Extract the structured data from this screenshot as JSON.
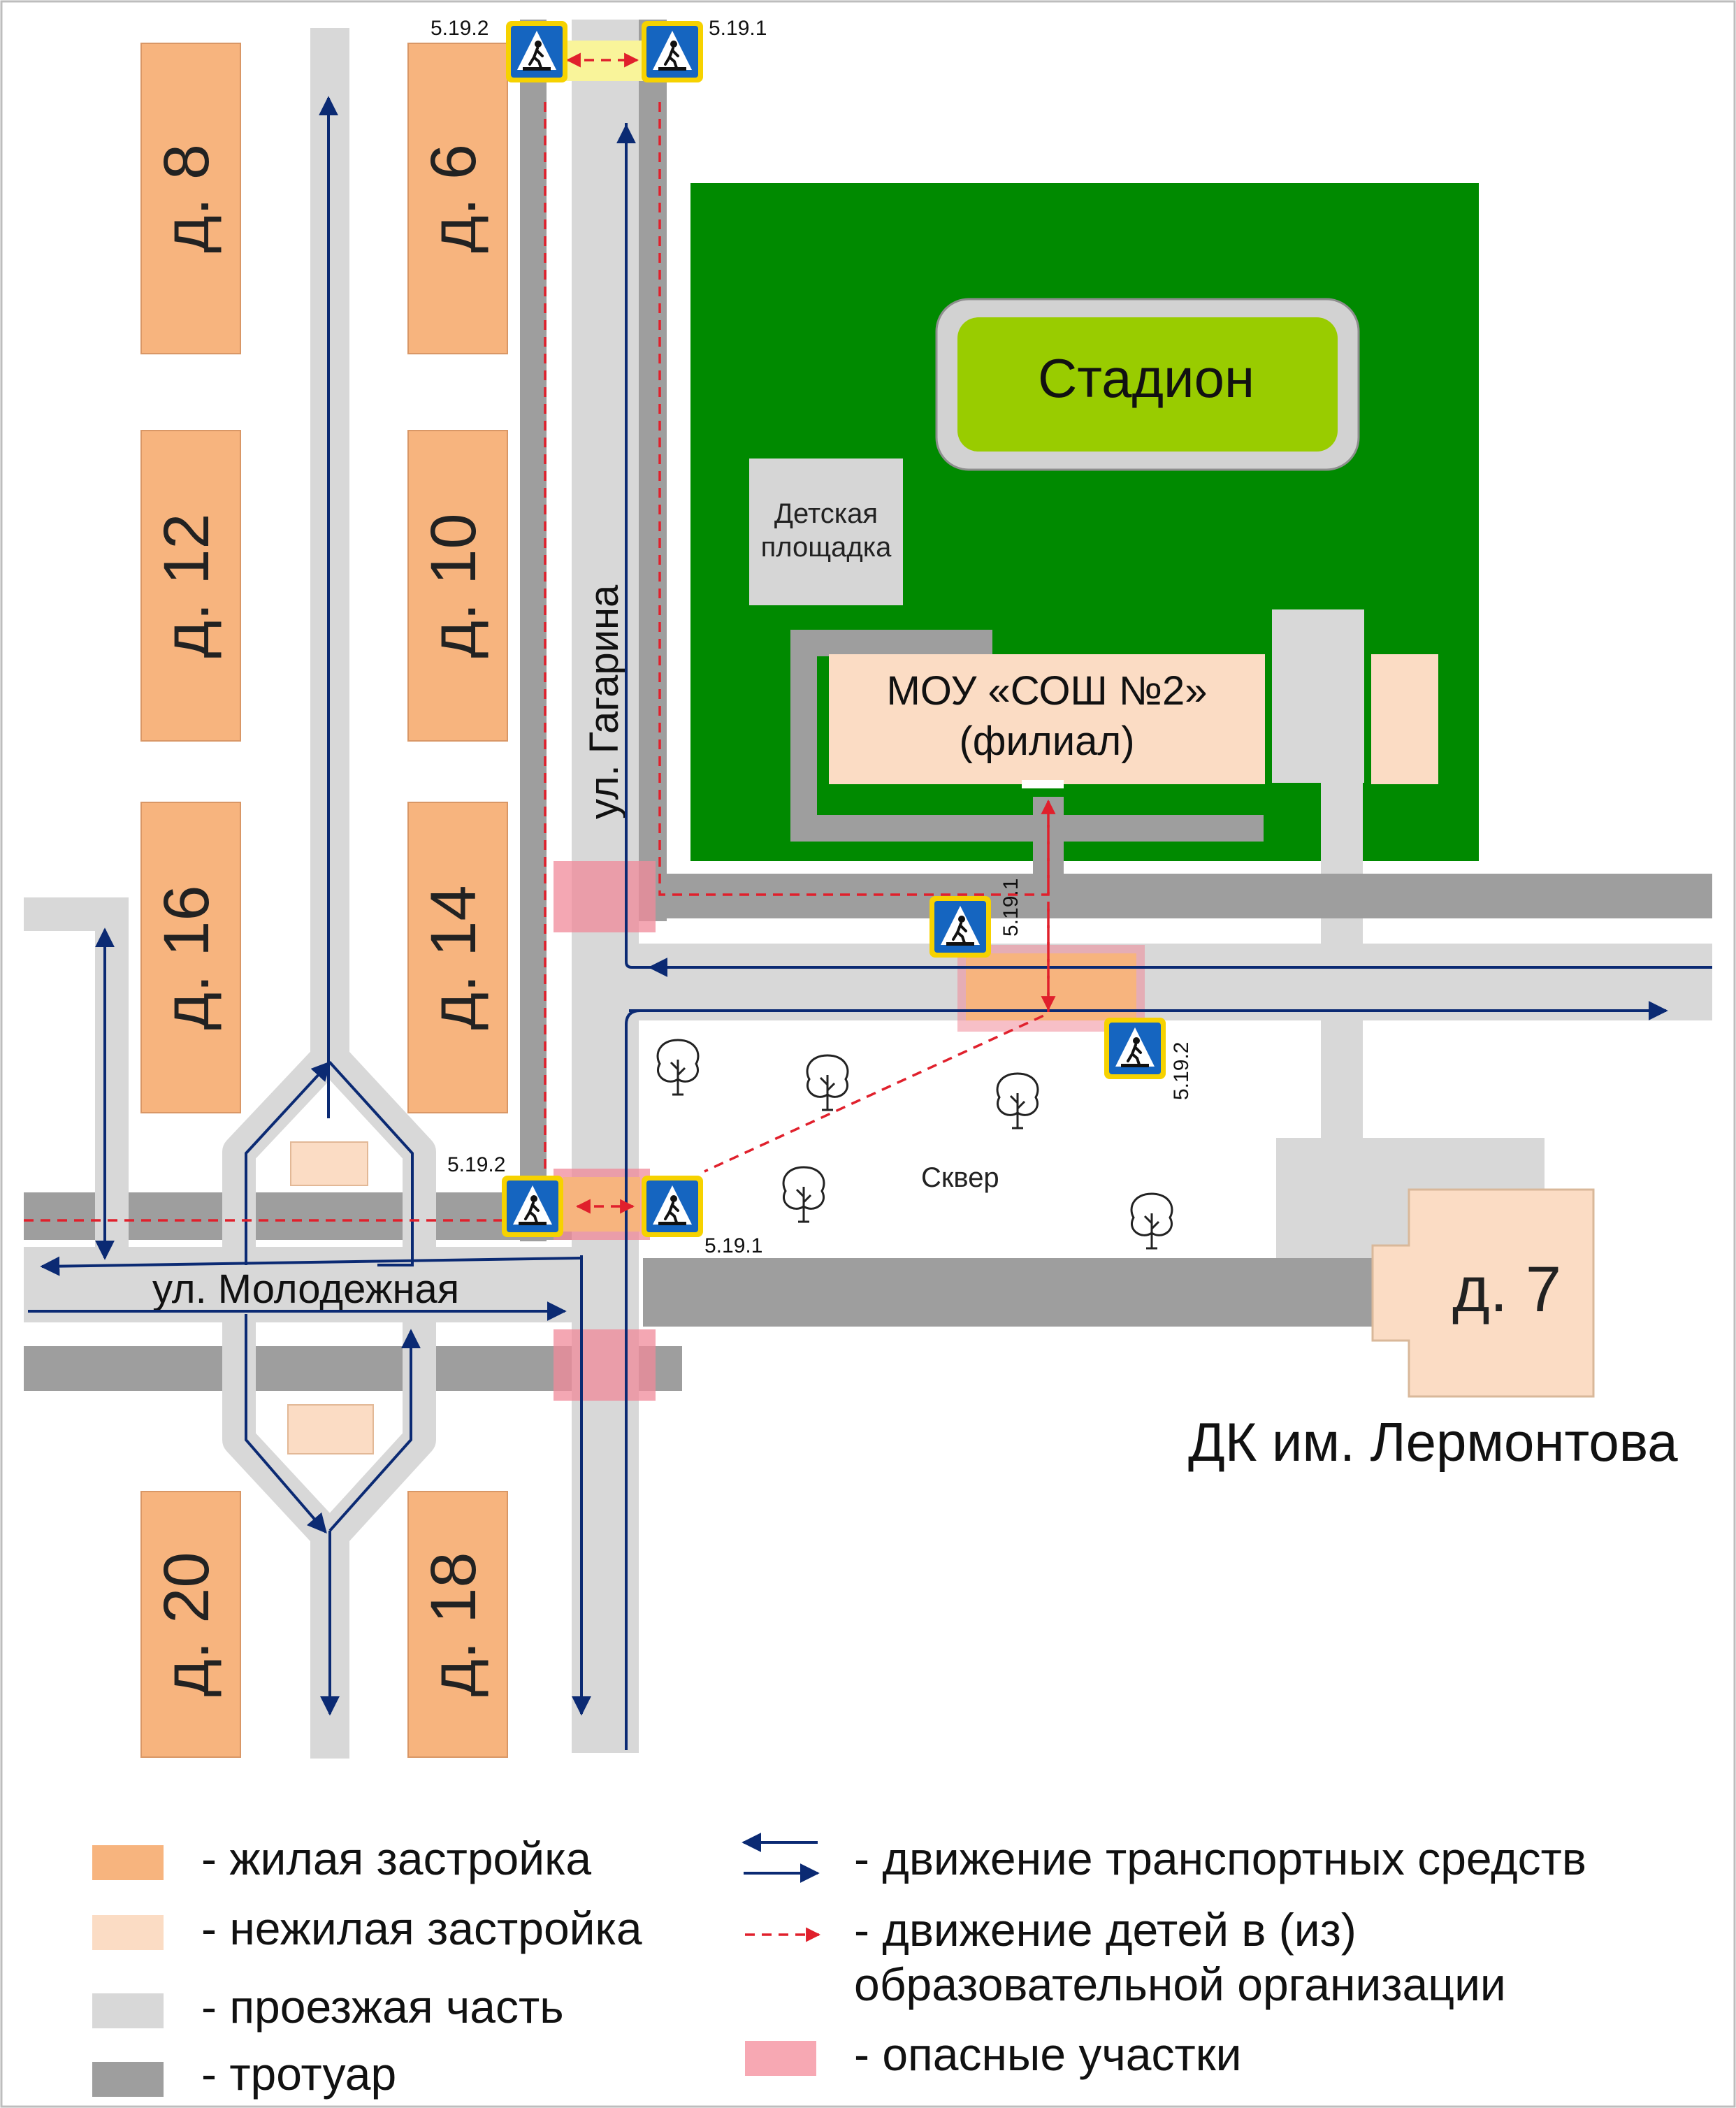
{
  "houses": {
    "h8": "д. 8",
    "h12": "д. 12",
    "h16": "д. 16",
    "h20": "д. 20",
    "h6": "д. 6",
    "h10": "д. 10",
    "h14": "д. 14",
    "h18": "д. 18",
    "h7": "д. 7"
  },
  "streets": {
    "gagarina": "ул. Гагарина",
    "molodezhnaya": "ул. Молодежная"
  },
  "places": {
    "stadium": "Стадион",
    "playground_line1": "Детская",
    "playground_line2": "площадка",
    "school_line1": "МОУ «СОШ №2»",
    "school_line2": "(филиал)",
    "square": "Сквер",
    "dk": "ДК им. Лермонтова"
  },
  "sign_codes": {
    "top_left": "5.19.2",
    "top_right": "5.19.1",
    "mid_left": "5.19.2",
    "mid_right": "5.19.1",
    "school_upper": "5.19.1",
    "school_lower": "5.19.2"
  },
  "legend": {
    "residential": "- жилая застройка",
    "non_residential": "- нежилая застройка",
    "roadway": "- проезжая часть",
    "sidewalk": "- тротуар",
    "traffic": "- движение транспортных средств",
    "children_line1": "- движение детей в (из)",
    "children_line2": "образовательной организации",
    "danger": "- опасные участки"
  },
  "colors": {
    "residential": "#f7b47e",
    "non_residential": "#fbdcc4",
    "roadway": "#d8d8d8",
    "sidewalk": "#9e9e9e",
    "green_zone": "#008a00",
    "stadium_field": "#99cc00",
    "danger": "#f08a99",
    "traffic_arrow": "#0b2a73",
    "children_path": "#e0202c",
    "sign_blue": "#1565c0",
    "sign_yellow": "#f6d200"
  },
  "icons": [
    "pedestrian-crossing-sign-icon",
    "tree-icon",
    "traffic-arrow-icon",
    "children-path-icon"
  ]
}
